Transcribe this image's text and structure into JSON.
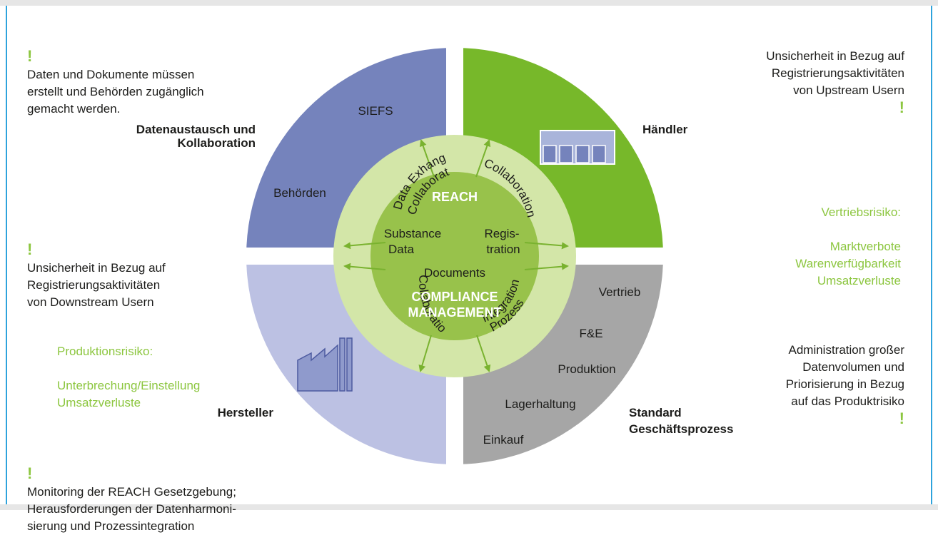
{
  "center": {
    "title_top": "REACH",
    "items": [
      "Substance",
      "Data",
      "Regis-",
      "tration",
      "Documents"
    ],
    "title_bottom_1": "COMPLIANCE",
    "title_bottom_2": "MANAGEMENT"
  },
  "ring": {
    "top_left": [
      "Data Exhange &",
      "Collaboration"
    ],
    "top_right": "Collaboration",
    "bottom_left": "Collaboration",
    "bottom_right": [
      "Prozess",
      "Integration"
    ]
  },
  "quadrants": {
    "top_left": {
      "title": [
        "Datenaustausch und",
        "Kollaboration"
      ],
      "items": [
        "SIEFS",
        "Behörden"
      ],
      "color": "#7583bc"
    },
    "top_right": {
      "title": "Händler",
      "color": "#77b82a"
    },
    "bottom_left": {
      "title": "Hersteller",
      "color": "#bcc1e3"
    },
    "bottom_right": {
      "title": [
        "Standard",
        "Geschäftsprozess"
      ],
      "items": [
        "Vertrieb",
        "F&E",
        "Produktion",
        "Lagerhaltung",
        "Einkauf"
      ],
      "color": "#a6a6a6"
    }
  },
  "notes": {
    "top_left": "Daten und Dokumente müssen\nerstellt und Behörden zugänglich\ngemacht werden.",
    "top_right": "Unsicherheit in Bezug auf\nRegistrierungsaktivitäten\nvon Upstream Usern",
    "mid_left": "Unsicherheit in Bezug auf\nRegistrierungsaktivitäten\nvon Downstream Usern",
    "bottom_right": "Administration großer\nDatenvolumen und\nPriorisierung in Bezug\nauf das Produktrisiko",
    "bottom_left": "Monitoring der REACH Gesetzgebung;\nHerausforderungen der Datenharmoni-\nsierung und Prozessintegration"
  },
  "risks": {
    "vertrieb": {
      "title": "Vertriebsrisiko:",
      "items": "Marktverbote\nWarenverfügbarkeit\nUmsatzverluste"
    },
    "produktion": {
      "title": "Produktionsrisiko:",
      "items": "Unterbrechung/Einstellung\nUmsatzverluste"
    }
  },
  "icons": {
    "warning": "exclamation-mark",
    "warehouse": "warehouse-icon",
    "factory": "factory-icon"
  },
  "colors": {
    "accent_green": "#8cc63f",
    "ring_green": "#d3e6a8",
    "center_green": "#98c24b",
    "frame_blue": "#2ea3dc"
  }
}
